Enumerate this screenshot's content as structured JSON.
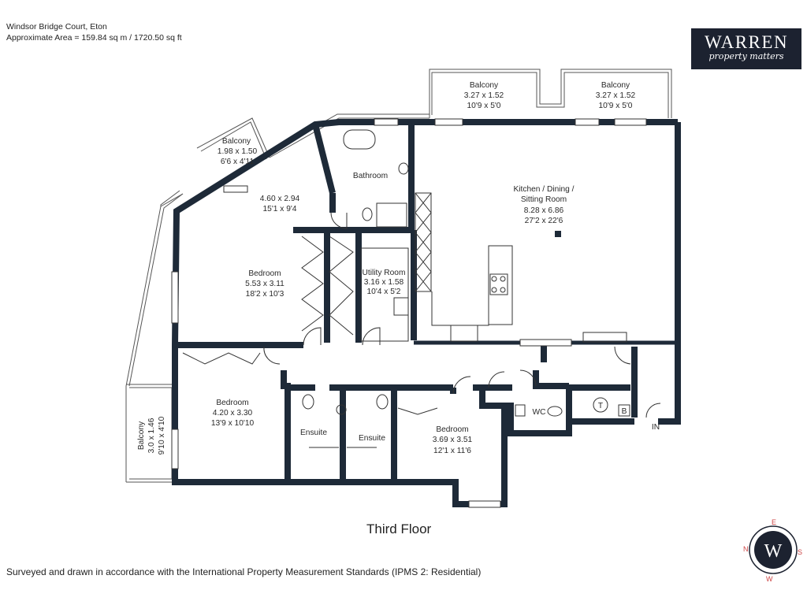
{
  "header": {
    "address": "Windsor Bridge Court, Eton",
    "area": "Approximate Area = 159.84 sq m / 1720.50 sq ft"
  },
  "logo": {
    "brand": "WARREN",
    "tagline": "property matters"
  },
  "rooms": {
    "balcony_1": {
      "name": "Balcony",
      "metric": "3.27 x 1.52",
      "imperial": "10'9 x 5'0"
    },
    "balcony_2": {
      "name": "Balcony",
      "metric": "3.27 x 1.52",
      "imperial": "10'9 x 5'0"
    },
    "balcony_3": {
      "name": "Balcony",
      "metric": "1.98 x 1.50",
      "imperial": "6'6 x 4'11"
    },
    "balcony_4": {
      "name": "Balcony",
      "metric": "3.0 x 1.46",
      "imperial": "9'10 x 4'10"
    },
    "bathroom": {
      "name": "Bathroom"
    },
    "bath_dims": {
      "metric": "4.60 x 2.94",
      "imperial": "15'1 x 9'4"
    },
    "kitchen": {
      "line1": "Kitchen / Dining /",
      "line2": "Sitting Room",
      "metric": "8.28 x 6.86",
      "imperial": "27'2 x 22'6"
    },
    "bedroom_1": {
      "name": "Bedroom",
      "metric": "5.53 x 3.11",
      "imperial": "18'2 x 10'3"
    },
    "utility": {
      "name": "Utility Room",
      "metric": "3.16 x 1.58",
      "imperial": "10'4 x 5'2"
    },
    "bedroom_2": {
      "name": "Bedroom",
      "metric": "4.20 x 3.30",
      "imperial": "13'9 x 10'10"
    },
    "ensuite_1": {
      "name": "Ensuite"
    },
    "ensuite_2": {
      "name": "Ensuite"
    },
    "bedroom_3": {
      "name": "Bedroom",
      "metric": "3.69 x 3.51",
      "imperial": "12'1 x 11'6"
    },
    "wc": {
      "name": "WC"
    },
    "tank": {
      "symbol": "T"
    },
    "boiler": {
      "symbol": "B"
    },
    "entrance": {
      "label": "IN"
    }
  },
  "floor_label": "Third Floor",
  "compass": {
    "letter": "W",
    "n": "N",
    "e": "E",
    "s": "S",
    "w": "W"
  },
  "footer": "Surveyed and drawn in accordance with the International Property Measurement Standards (IPMS 2: Residential)",
  "colors": {
    "wall": "#1e2a38",
    "logo_bg": "#1c2230"
  }
}
